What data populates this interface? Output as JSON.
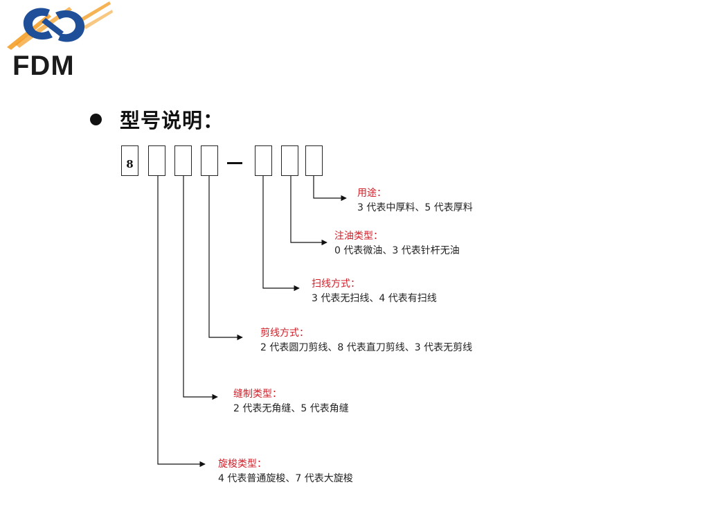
{
  "logo": {
    "text": "FDM",
    "colors": {
      "orange": "#f39a1c",
      "blue": "#1f4f99",
      "dark": "#1b1b1b"
    }
  },
  "heading": {
    "text": "型号说明："
  },
  "model_code": {
    "first_digit": "8",
    "separator": "–"
  },
  "descriptions": [
    {
      "title": "用途：",
      "body": "3 代表中厚料、5 代表厚料"
    },
    {
      "title": "注油类型：",
      "body": "0 代表微油、3 代表针杆无油"
    },
    {
      "title": "扫线方式：",
      "body": "3 代表无扫线、4 代表有扫线"
    },
    {
      "title": "剪线方式：",
      "body": "2 代表圆刀剪线、8 代表直刀剪线、3 代表无剪线"
    },
    {
      "title": "缝制类型：",
      "body": "2 代表无角缝、5 代表角缝"
    },
    {
      "title": "旋梭类型：",
      "body": "4 代表普通旋梭、7 代表大旋梭"
    }
  ],
  "colors": {
    "title_red": "#d0202a",
    "text": "#222222",
    "line": "#111111"
  }
}
